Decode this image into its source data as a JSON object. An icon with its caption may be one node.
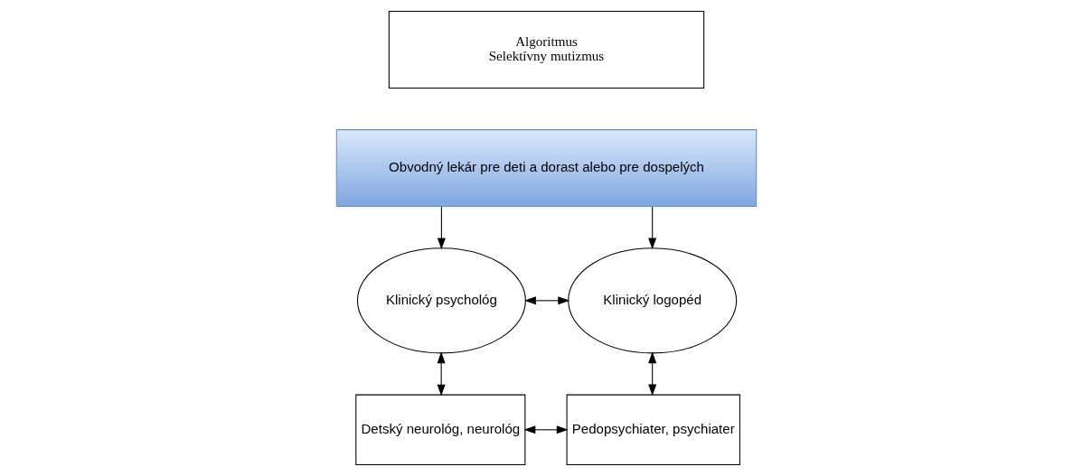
{
  "diagram": {
    "nodes": [
      {
        "text": [
          "Algoritmus",
          "Selektívny mutizmus"
        ]
      },
      {
        "text": [
          "Obvodný lekár pre deti a dorast alebo pre dospelých"
        ]
      },
      {
        "text": [
          "Klinický psychológ"
        ]
      },
      {
        "text": [
          "Klinický logopéd"
        ]
      },
      {
        "text": [
          "Detský neurológ, neurológ"
        ]
      },
      {
        "text": [
          "Pedopsychiater, psychiater"
        ]
      }
    ],
    "edges": [
      {
        "from": 1,
        "to": 2,
        "arrow": "to"
      },
      {
        "from": 1,
        "to": 3,
        "arrow": "to"
      },
      {
        "from": 2,
        "to": 3,
        "arrow": "both"
      },
      {
        "from": 2,
        "to": 4,
        "arrow": "both"
      },
      {
        "from": 4,
        "to": 5,
        "arrow": "both"
      },
      {
        "from": 5,
        "to": 3,
        "arrow": "both"
      }
    ]
  }
}
